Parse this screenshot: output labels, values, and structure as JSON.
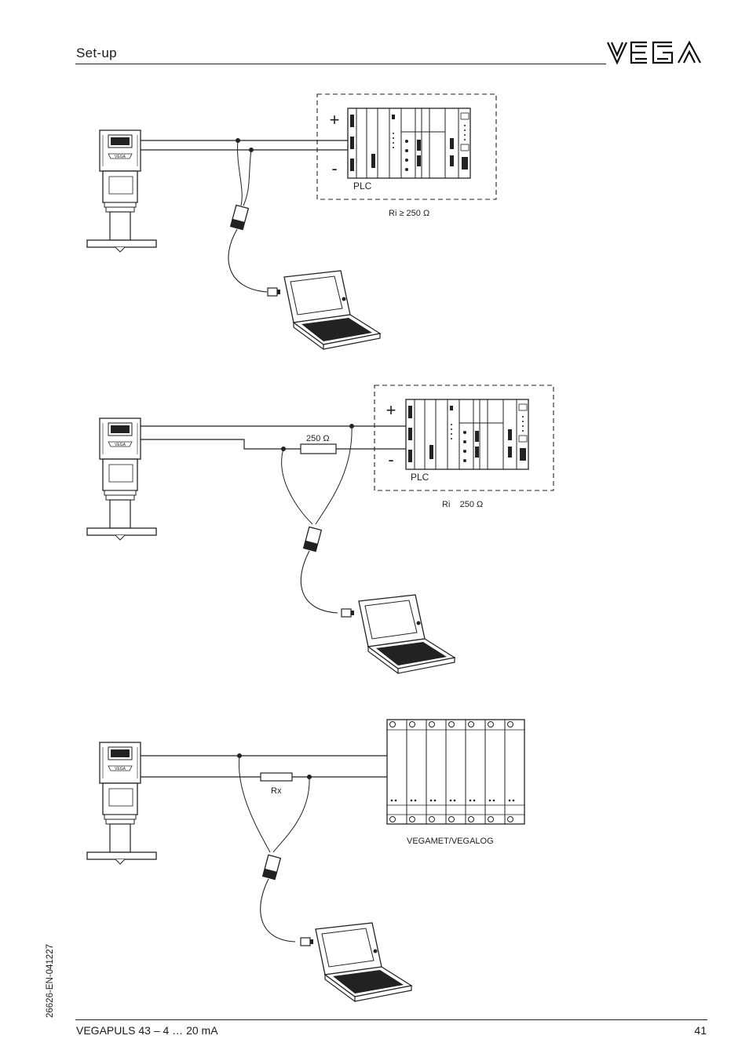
{
  "header": {
    "title": "Set-up",
    "logo_text": "VEGA"
  },
  "footer": {
    "product": "VEGAPULS 43 – 4 … 20 mA",
    "page_number": "41",
    "doc_code": "26626-EN-041227"
  },
  "figures": [
    {
      "plus": "+",
      "minus": "-",
      "system_label": "PLC",
      "ri_label": "Ri ≥ 250 Ω"
    },
    {
      "plus": "+",
      "minus": "-",
      "system_label": "PLC",
      "resistor_label": "250 Ω",
      "ri_label": "Ri    250 Ω"
    },
    {
      "resistor_label": "Rx",
      "system_label": "VEGAMET/VEGALOG"
    }
  ]
}
